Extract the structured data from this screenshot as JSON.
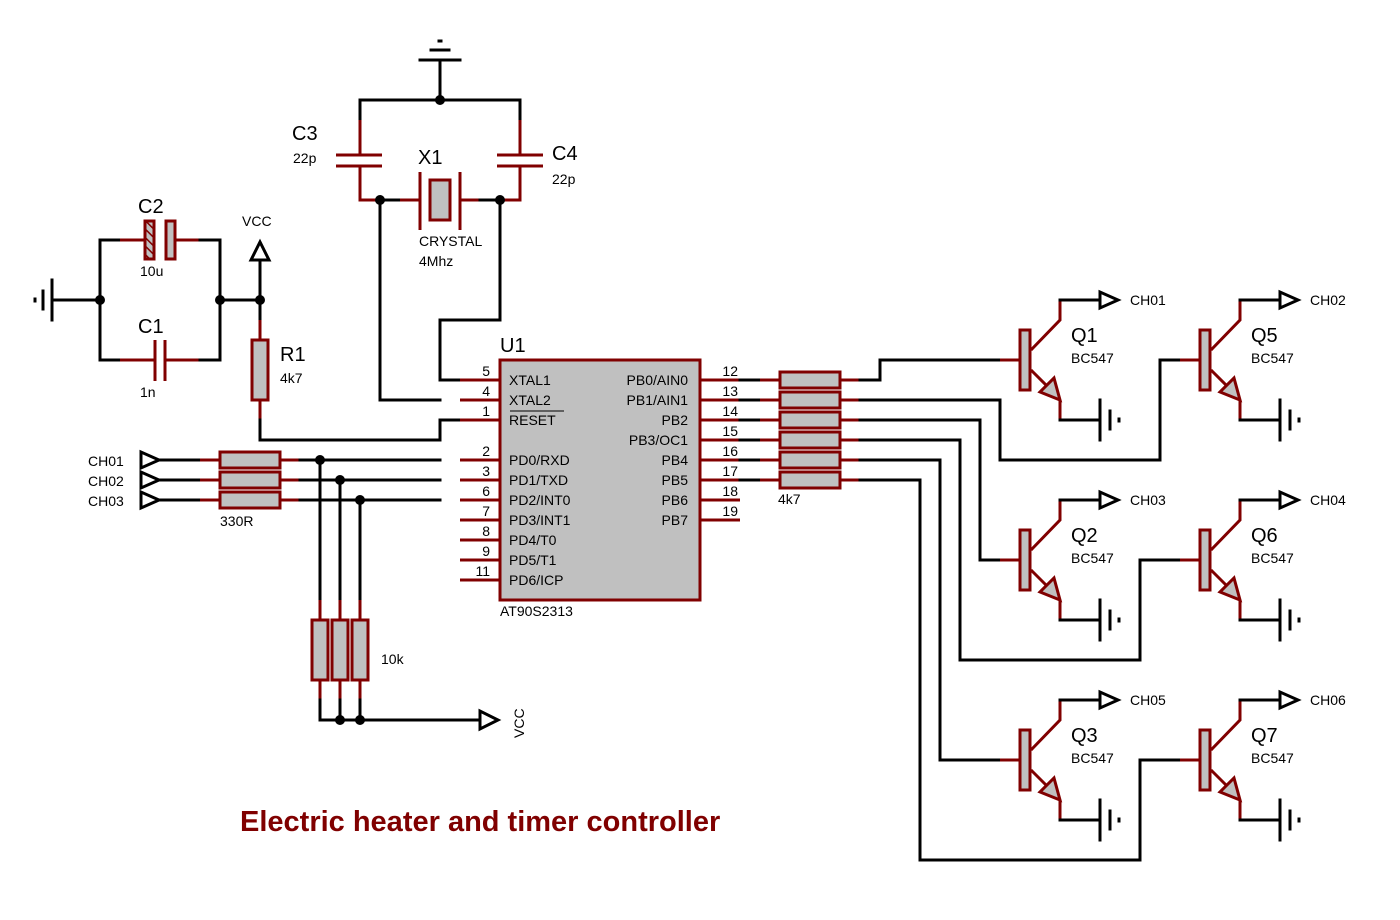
{
  "title": "Electric heater and timer controller",
  "colors": {
    "wire": "#000000",
    "component": "#800000",
    "body_fill": "#c0c0c0",
    "title": "#800000"
  },
  "components": {
    "C1": {
      "ref": "C1",
      "value": "1n"
    },
    "C2": {
      "ref": "C2",
      "value": "10u"
    },
    "C3": {
      "ref": "C3",
      "value": "22p"
    },
    "C4": {
      "ref": "C4",
      "value": "22p"
    },
    "X1": {
      "ref": "X1",
      "type": "CRYSTAL",
      "value": "4Mhz"
    },
    "R1": {
      "ref": "R1",
      "value": "4k7"
    },
    "U1": {
      "ref": "U1",
      "part": "AT90S2313"
    },
    "R_in": {
      "value": "330R"
    },
    "R_pull": {
      "value": "10k"
    },
    "R_base": {
      "value": "4k7"
    },
    "Q1": {
      "ref": "Q1",
      "part": "BC547",
      "out": "CH01"
    },
    "Q5": {
      "ref": "Q5",
      "part": "BC547",
      "out": "CH02"
    },
    "Q2": {
      "ref": "Q2",
      "part": "BC547",
      "out": "CH03"
    },
    "Q6": {
      "ref": "Q6",
      "part": "BC547",
      "out": "CH04"
    },
    "Q3": {
      "ref": "Q3",
      "part": "BC547",
      "out": "CH05"
    },
    "Q7": {
      "ref": "Q7",
      "part": "BC547",
      "out": "CH06"
    }
  },
  "power": {
    "vcc_top": "VCC",
    "vcc_bottom": "VCC"
  },
  "inputs": [
    "CH01",
    "CH02",
    "CH03"
  ],
  "u1_left_pins": [
    {
      "num": "5",
      "name": "XTAL1"
    },
    {
      "num": "4",
      "name": "XTAL2"
    },
    {
      "num": "1",
      "name": "RESET"
    },
    {
      "num": "2",
      "name": "PD0/RXD"
    },
    {
      "num": "3",
      "name": "PD1/TXD"
    },
    {
      "num": "6",
      "name": "PD2/INT0"
    },
    {
      "num": "7",
      "name": "PD3/INT1"
    },
    {
      "num": "8",
      "name": "PD4/T0"
    },
    {
      "num": "9",
      "name": "PD5/T1"
    },
    {
      "num": "11",
      "name": "PD6/ICP"
    }
  ],
  "u1_right_pins": [
    {
      "num": "12",
      "name": "PB0/AIN0"
    },
    {
      "num": "13",
      "name": "PB1/AIN1"
    },
    {
      "num": "14",
      "name": "PB2"
    },
    {
      "num": "15",
      "name": "PB3/OC1"
    },
    {
      "num": "16",
      "name": "PB4"
    },
    {
      "num": "17",
      "name": "PB5"
    },
    {
      "num": "18",
      "name": "PB6"
    },
    {
      "num": "19",
      "name": "PB7"
    }
  ]
}
